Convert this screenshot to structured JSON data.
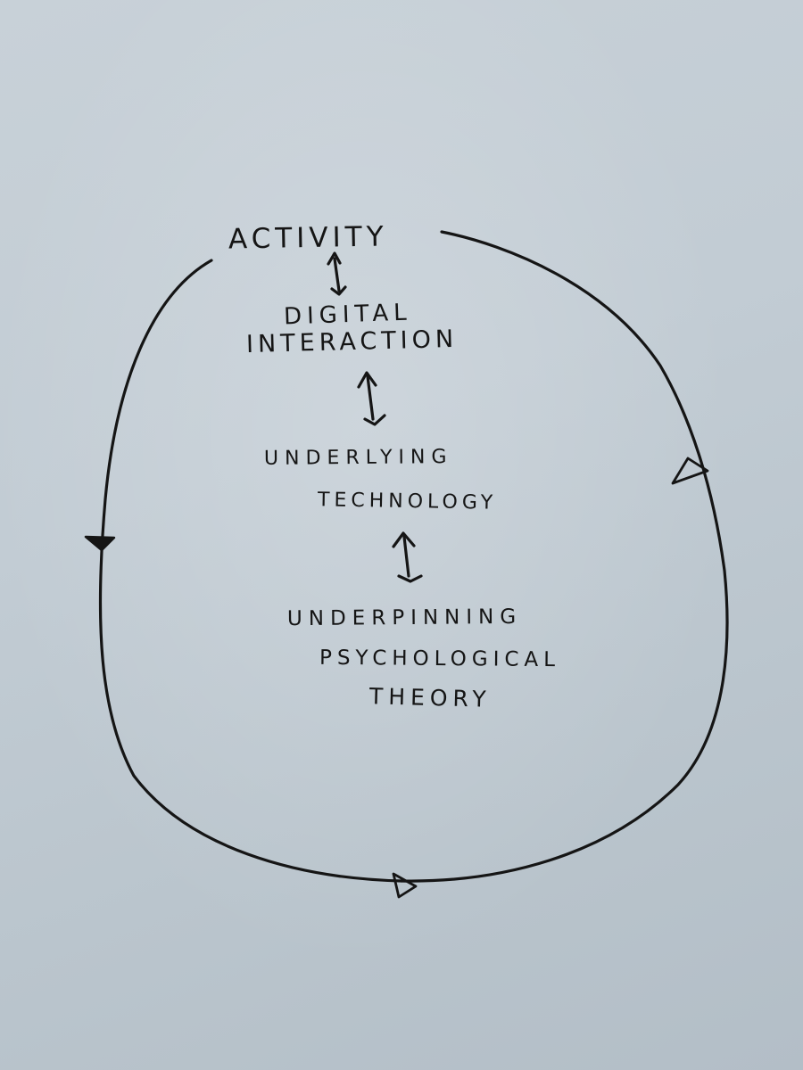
{
  "diagram": {
    "nodes": [
      {
        "id": "activity",
        "text": "ACTIVITY"
      },
      {
        "id": "digital",
        "text": "DIGITAL"
      },
      {
        "id": "interaction",
        "text": "INTERACTION"
      },
      {
        "id": "underlying",
        "text": "UNDERLYING"
      },
      {
        "id": "technology",
        "text": "TECHNOLOGY"
      },
      {
        "id": "underpinning",
        "text": "UNDERPINNING"
      },
      {
        "id": "psychological",
        "text": "PSYCHOLOGICAL"
      },
      {
        "id": "theory",
        "text": "THEORY"
      }
    ],
    "links": [
      {
        "from": "activity",
        "to": "digital-interaction",
        "type": "bidirectional"
      },
      {
        "from": "digital-interaction",
        "to": "underlying-technology",
        "type": "bidirectional"
      },
      {
        "from": "underlying-technology",
        "to": "underpinning-psychological-theory",
        "type": "bidirectional"
      }
    ],
    "cycle": {
      "direction": "counter-clockwise"
    },
    "colors": {
      "paper": "#c3cdd5",
      "ink": "#151515"
    }
  }
}
